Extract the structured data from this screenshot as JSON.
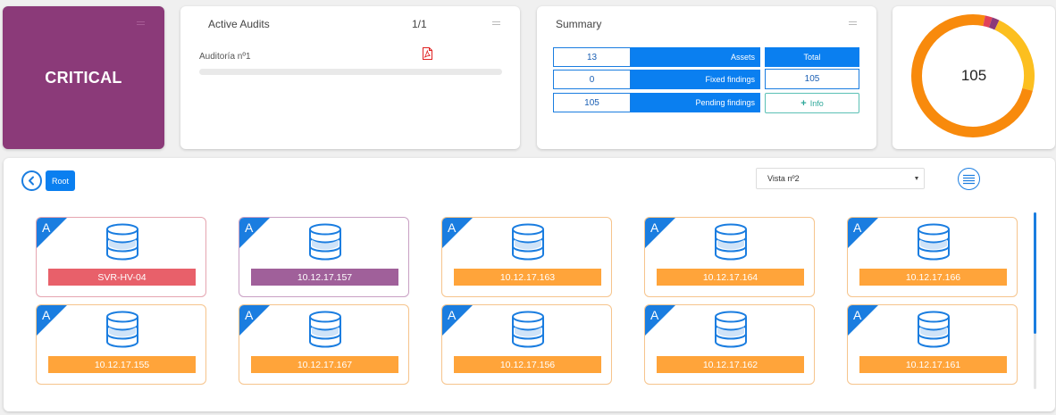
{
  "critical": {
    "label": "CRITICAL",
    "color": "#8b3a79"
  },
  "audits": {
    "title": "Active Audits",
    "count": "1/1",
    "items": [
      {
        "name": "Auditoría nº1",
        "icon": "pdf-icon",
        "progress": 0
      }
    ]
  },
  "summary": {
    "title": "Summary",
    "rows": [
      {
        "value": "13",
        "label": "Assets"
      },
      {
        "value": "0",
        "label": "Fixed findings"
      },
      {
        "value": "105",
        "label": "Pending findings"
      }
    ],
    "total_label": "Total",
    "total_value": "105",
    "info_label": "Info"
  },
  "donut": {
    "total": "105",
    "segments": [
      {
        "name": "orange",
        "value": 78,
        "color": "#f88a0c"
      },
      {
        "name": "yellow",
        "value": 23,
        "color": "#fcbf1f"
      },
      {
        "name": "red",
        "value": 2,
        "color": "#e0415a"
      },
      {
        "name": "purple",
        "value": 2,
        "color": "#8b3a79"
      }
    ]
  },
  "toolbar": {
    "back_icon": "chevron-left-icon",
    "root_label": "Root",
    "view_selected": "Vista nº2",
    "menu_icon": "list-icon"
  },
  "assets": [
    {
      "letter": "A",
      "name": "SVR-HV-04",
      "color": "#e8606a",
      "border": "#e5a5b0"
    },
    {
      "letter": "A",
      "name": "10.12.17.157",
      "color": "#a0609a",
      "border": "#c9a0c4"
    },
    {
      "letter": "A",
      "name": "10.12.17.163",
      "color": "#ffa43a",
      "border": "#f6c48c"
    },
    {
      "letter": "A",
      "name": "10.12.17.164",
      "color": "#ffa43a",
      "border": "#f6c48c"
    },
    {
      "letter": "A",
      "name": "10.12.17.166",
      "color": "#ffa43a",
      "border": "#f6c48c"
    },
    {
      "letter": "A",
      "name": "10.12.17.155",
      "color": "#ffa43a",
      "border": "#f6c48c"
    },
    {
      "letter": "A",
      "name": "10.12.17.167",
      "color": "#ffa43a",
      "border": "#f6c48c"
    },
    {
      "letter": "A",
      "name": "10.12.17.156",
      "color": "#ffa43a",
      "border": "#f6c48c"
    },
    {
      "letter": "A",
      "name": "10.12.17.162",
      "color": "#ffa43a",
      "border": "#f6c48c"
    },
    {
      "letter": "A",
      "name": "10.12.17.161",
      "color": "#ffa43a",
      "border": "#f6c48c"
    }
  ]
}
